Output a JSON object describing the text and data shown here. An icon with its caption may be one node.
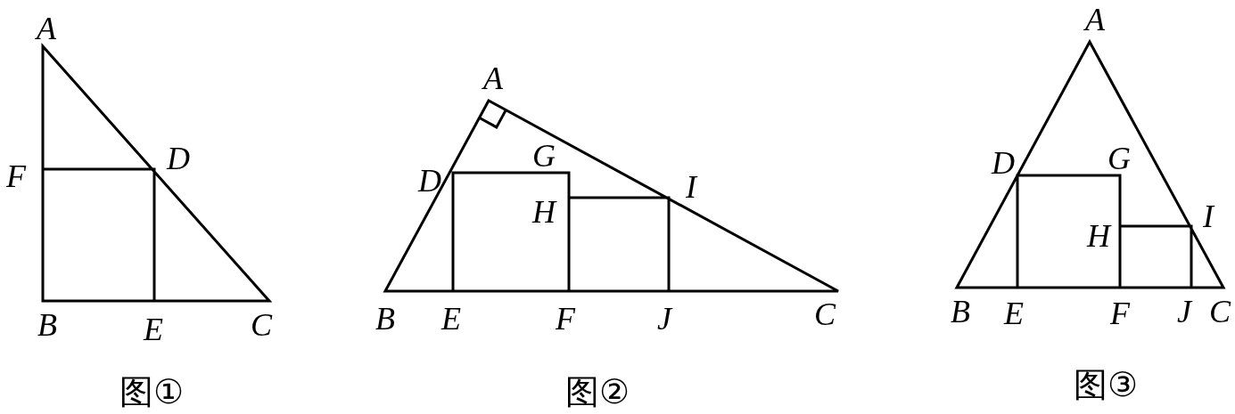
{
  "diagram": {
    "labels": [
      "A",
      "F",
      "D",
      "B",
      "E",
      "C",
      "图①",
      "A",
      "D",
      "G",
      "I",
      "H",
      "B",
      "E",
      "F",
      "J",
      "C",
      "图②",
      "A",
      "D",
      "G",
      "I",
      "H",
      "B",
      "E",
      "F",
      "J",
      "C",
      "图③"
    ]
  }
}
